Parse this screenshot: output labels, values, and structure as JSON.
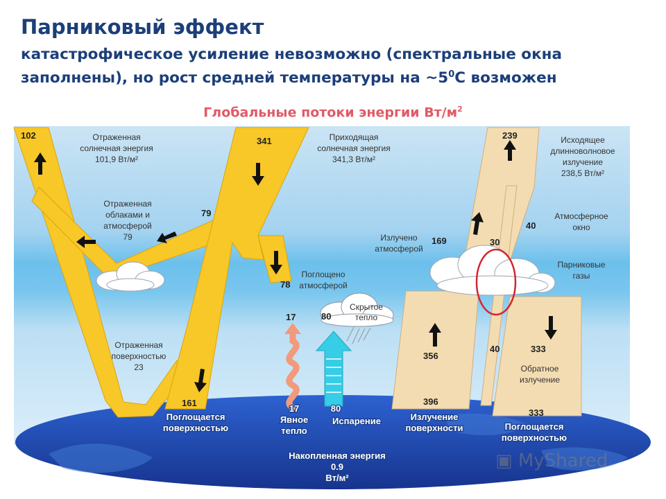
{
  "title": "Парниковый эффект",
  "subtitle_line1": "катастрофическое усиление невозможно (спектральные окна",
  "subtitle_line2_before": "заполнены), но рост средней температуры на ~5",
  "subtitle_sup": "0",
  "subtitle_line2_after": "С возможен",
  "diagram_title": "Глобальные потоки энергии Вт/м",
  "diagram_title_sup": "2",
  "labels": {
    "reflected_solar": [
      "Отраженная",
      "солнечная энергия",
      "101,9 Вт/м²"
    ],
    "incoming_solar": [
      "Приходящая",
      "солнечная энергия",
      "341,3 Вт/м²"
    ],
    "outgoing_lw": [
      "Исходящее",
      "длинноволновое",
      "излучение",
      "238,5 Вт/м²"
    ],
    "reflected_clouds": [
      "Отраженная",
      "облаками и",
      "атмосферой",
      "79"
    ],
    "atm_window": [
      "Атмосферное",
      "окно"
    ],
    "emitted_atm": [
      "Излучено",
      "атмосферой"
    ],
    "greenhouse_gases": [
      "Парниковые",
      "газы"
    ],
    "absorbed_atm": [
      "Поглощено",
      "атмосферой"
    ],
    "latent_heat": [
      "Скрытое",
      "тепло"
    ],
    "reflected_surface": [
      "Отраженная",
      "поверхностью",
      "23"
    ],
    "back_radiation": [
      "Обратное",
      "излучение"
    ],
    "absorbed_surface_left": [
      "Поглощается",
      "поверхностью"
    ],
    "sensible_heat": [
      "Явное",
      "тепло"
    ],
    "evaporation": "Испарение",
    "surface_radiation": [
      "Излучение",
      "поверхности"
    ],
    "absorbed_surface_right": [
      "Поглощается",
      "поверхностью"
    ],
    "net_absorbed": [
      "Накопленная энергия",
      "0.9",
      "Вт/м²"
    ]
  },
  "numbers": {
    "reflected_top": "102",
    "incoming_top": "341",
    "outgoing_top": "239",
    "clouds_79": "79",
    "absorbed_78": "78",
    "window_40_top": "40",
    "emitted_169": "169",
    "gases_30": "30",
    "sensible_17_top": "17",
    "latent_80_top": "80",
    "surface_356": "356",
    "window_40_low": "40",
    "back_333_top": "333",
    "absorbed_161": "161",
    "surface_396": "396",
    "back_333_low": "333",
    "sensible_17_low": "17",
    "latent_80_low": "80"
  },
  "watermark": "MyShared",
  "colors": {
    "sky_top": "#bcdcf0",
    "sky_band": "#6fc3ec",
    "solar_flow": "#f8c728",
    "longwave_flow": "#f4dcb2",
    "earth": "#1f4bb8",
    "title": "#1c3f7a",
    "diagram_title": "#e05a66",
    "highlight_circle": "#d22630",
    "evaporation_arrow": "#36cde6",
    "sensible_arrow": "#f29a7c"
  }
}
